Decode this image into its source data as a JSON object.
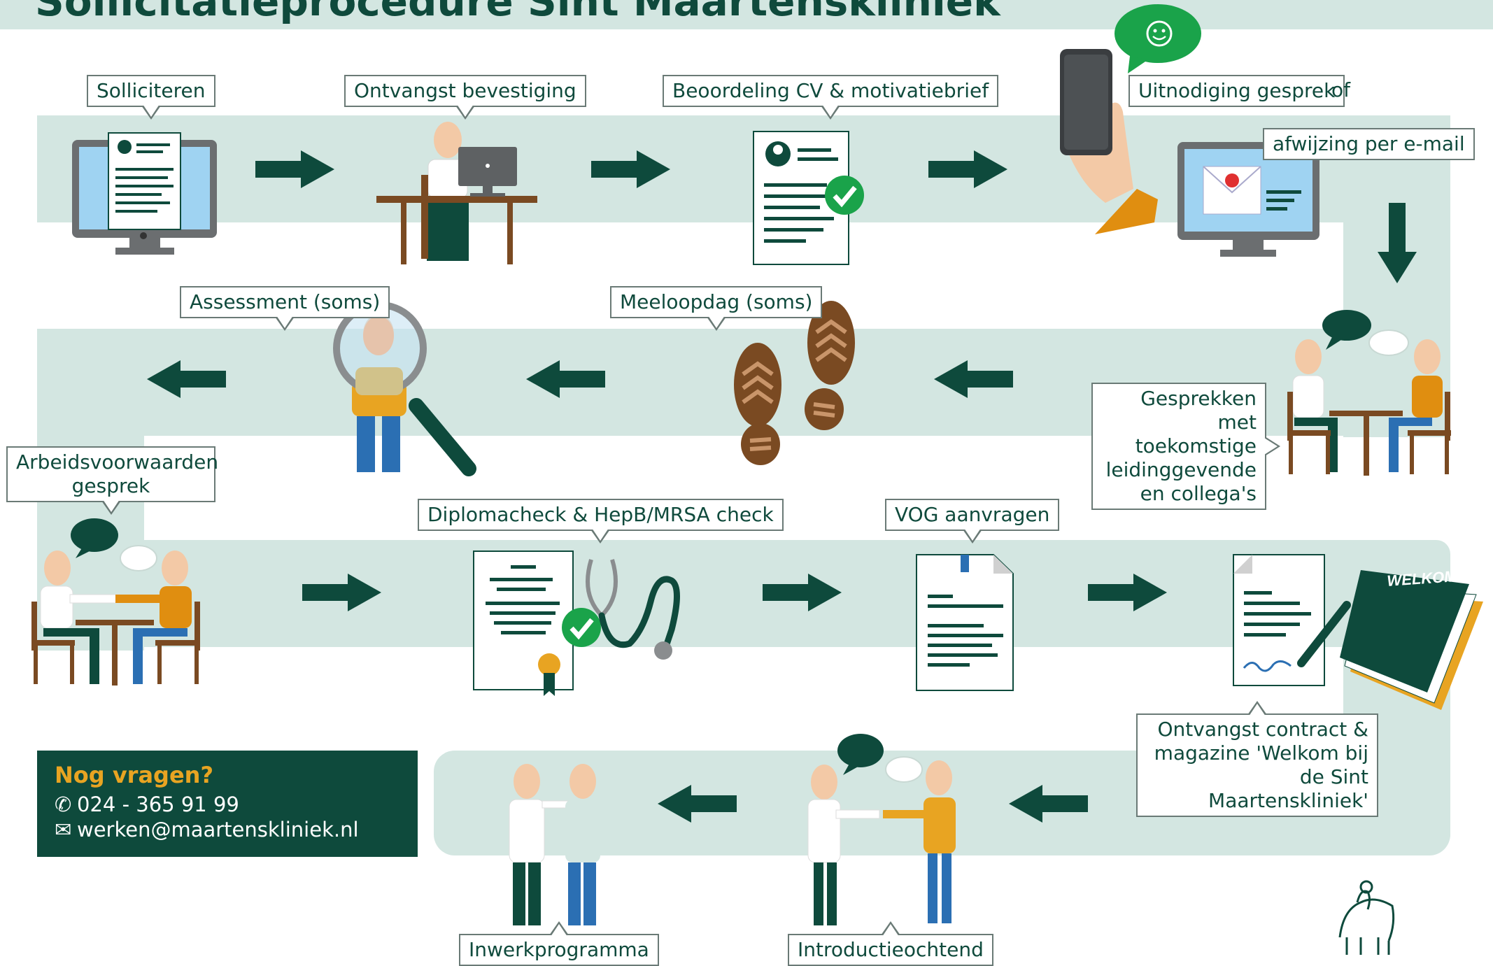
{
  "heading": "Sollicitatieprocedure Sint Maartenskliniek",
  "steps": {
    "solliciteren": "Solliciteren",
    "ontvangst": "Ontvangst bevestiging",
    "beoordeling": "Beoordeling CV & motivatiebrief",
    "uitnodiging": "Uitnodiging gesprek",
    "of": "of",
    "afwijzing": "afwijzing per e-mail",
    "gesprekken": "Gesprekken met toekomstige leidinggevende en collega's",
    "meeloopdag": "Meeloopdag (soms)",
    "assessment": "Assessment (soms)",
    "arbeidsvoorwaarden": "Arbeidsvoorwaarden gesprek",
    "diplomacheck": "Diplomacheck & HepB/MRSA check",
    "vog": "VOG aanvragen",
    "contract": "Ontvangst contract & magazine 'Welkom bij de Sint Maartenskliniek'",
    "introductie": "Introductieochtend",
    "inwerk": "Inwerkprogramma"
  },
  "magazine_text": "WELKOM",
  "contact": {
    "title": "Nog vragen?",
    "phone": "024 - 365 91 99",
    "email": "werken@maartenskliniek.nl",
    "phone_icon": "phone-icon",
    "email_icon": "envelope-icon"
  },
  "colors": {
    "band": "#d3e6e1",
    "dark_green": "#0e4a3c",
    "orange": "#e8a422",
    "blue": "#2b6fb3",
    "brown": "#7a4a22",
    "whatsapp_green": "#1aa34a"
  }
}
